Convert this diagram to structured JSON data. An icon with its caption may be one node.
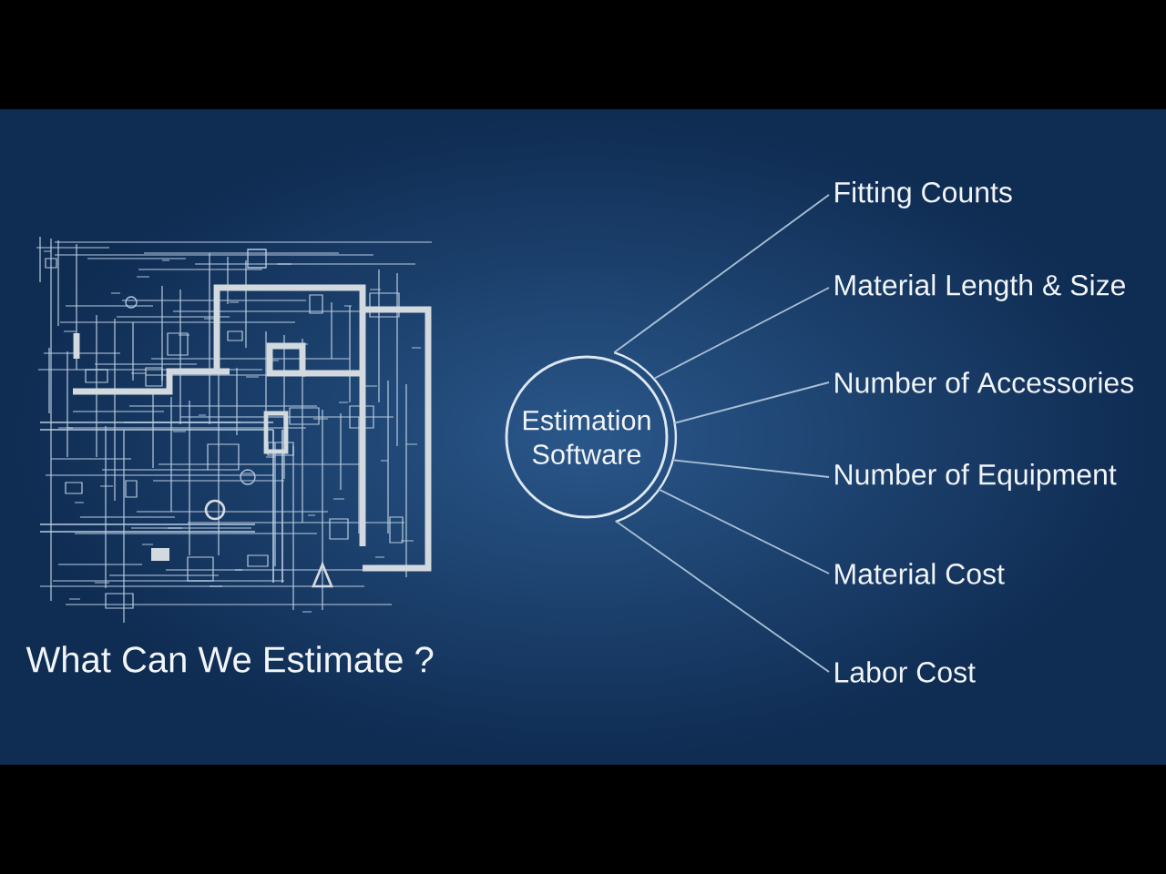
{
  "diagram": {
    "title": "What Can We Estimate ?",
    "nodes": [
      {
        "text": [
          "Estimation Software"
        ]
      },
      {
        "text": [
          "Fitting Counts"
        ]
      },
      {
        "text": [
          "Material Length & Size"
        ]
      },
      {
        "text": [
          "Number of Accessories"
        ]
      },
      {
        "text": [
          "Number of Equipment"
        ]
      },
      {
        "text": [
          "Material Cost"
        ]
      },
      {
        "text": [
          "Labor Cost"
        ]
      }
    ],
    "edges": [
      {
        "from": 0,
        "to": 1,
        "arrow": "none"
      },
      {
        "from": 0,
        "to": 2,
        "arrow": "none"
      },
      {
        "from": 0,
        "to": 3,
        "arrow": "none"
      },
      {
        "from": 0,
        "to": 4,
        "arrow": "none"
      },
      {
        "from": 0,
        "to": 5,
        "arrow": "none"
      },
      {
        "from": 0,
        "to": 6,
        "arrow": "none"
      }
    ]
  }
}
